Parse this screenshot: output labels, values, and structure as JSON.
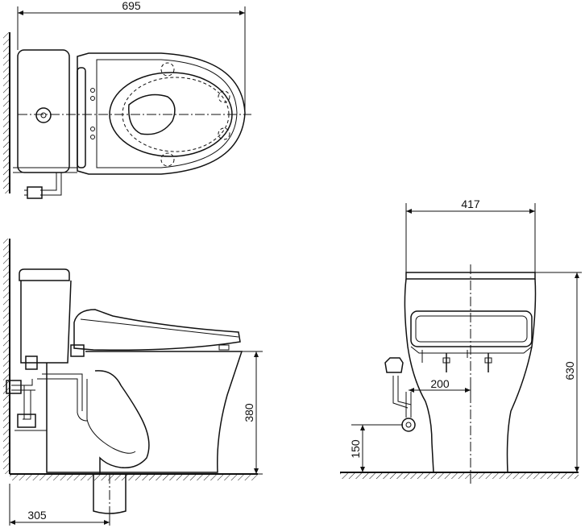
{
  "dimensions": {
    "top_length": "695",
    "front_width": "417",
    "front_height": "630",
    "inlet_offset": "200",
    "supply_height": "150",
    "seat_height": "380",
    "rough_in": "305"
  }
}
